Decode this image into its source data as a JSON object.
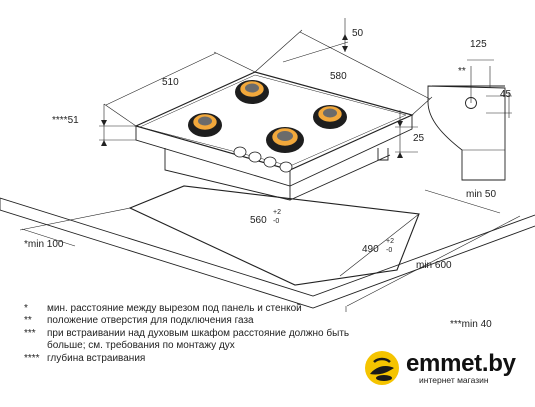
{
  "dimensions": {
    "hob_width": "580",
    "hob_depth": "510",
    "top_offset": "50",
    "depth_flange": "****51",
    "height": "25",
    "cutout_width": "560",
    "cutout_width_tol_plus": "+2",
    "cutout_width_tol_minus": "-0",
    "cutout_depth": "490",
    "cutout_depth_tol_plus": "+2",
    "cutout_depth_tol_minus": "-0",
    "min_front": "*min 100",
    "min_right": "min 50",
    "min_side": "min 600",
    "min_below": "***min 40",
    "gas_x": "125",
    "gas_y": "45",
    "gas_marker": "**"
  },
  "notes": [
    {
      "mark": "*",
      "text": "мин. расстояние между вырезом под панель и стенкой"
    },
    {
      "mark": "**",
      "text": "положение отверстия для подключения газа"
    },
    {
      "mark": "***",
      "text": "при встраивании над духовым шкафом расстояние должно быть больше; см. требования по монтажу дух"
    },
    {
      "mark": "****",
      "text": "глубина встраивания"
    }
  ],
  "logo": {
    "name": "emmet.by",
    "subtitle": "интернет магазин",
    "accent": "#f5c400"
  }
}
